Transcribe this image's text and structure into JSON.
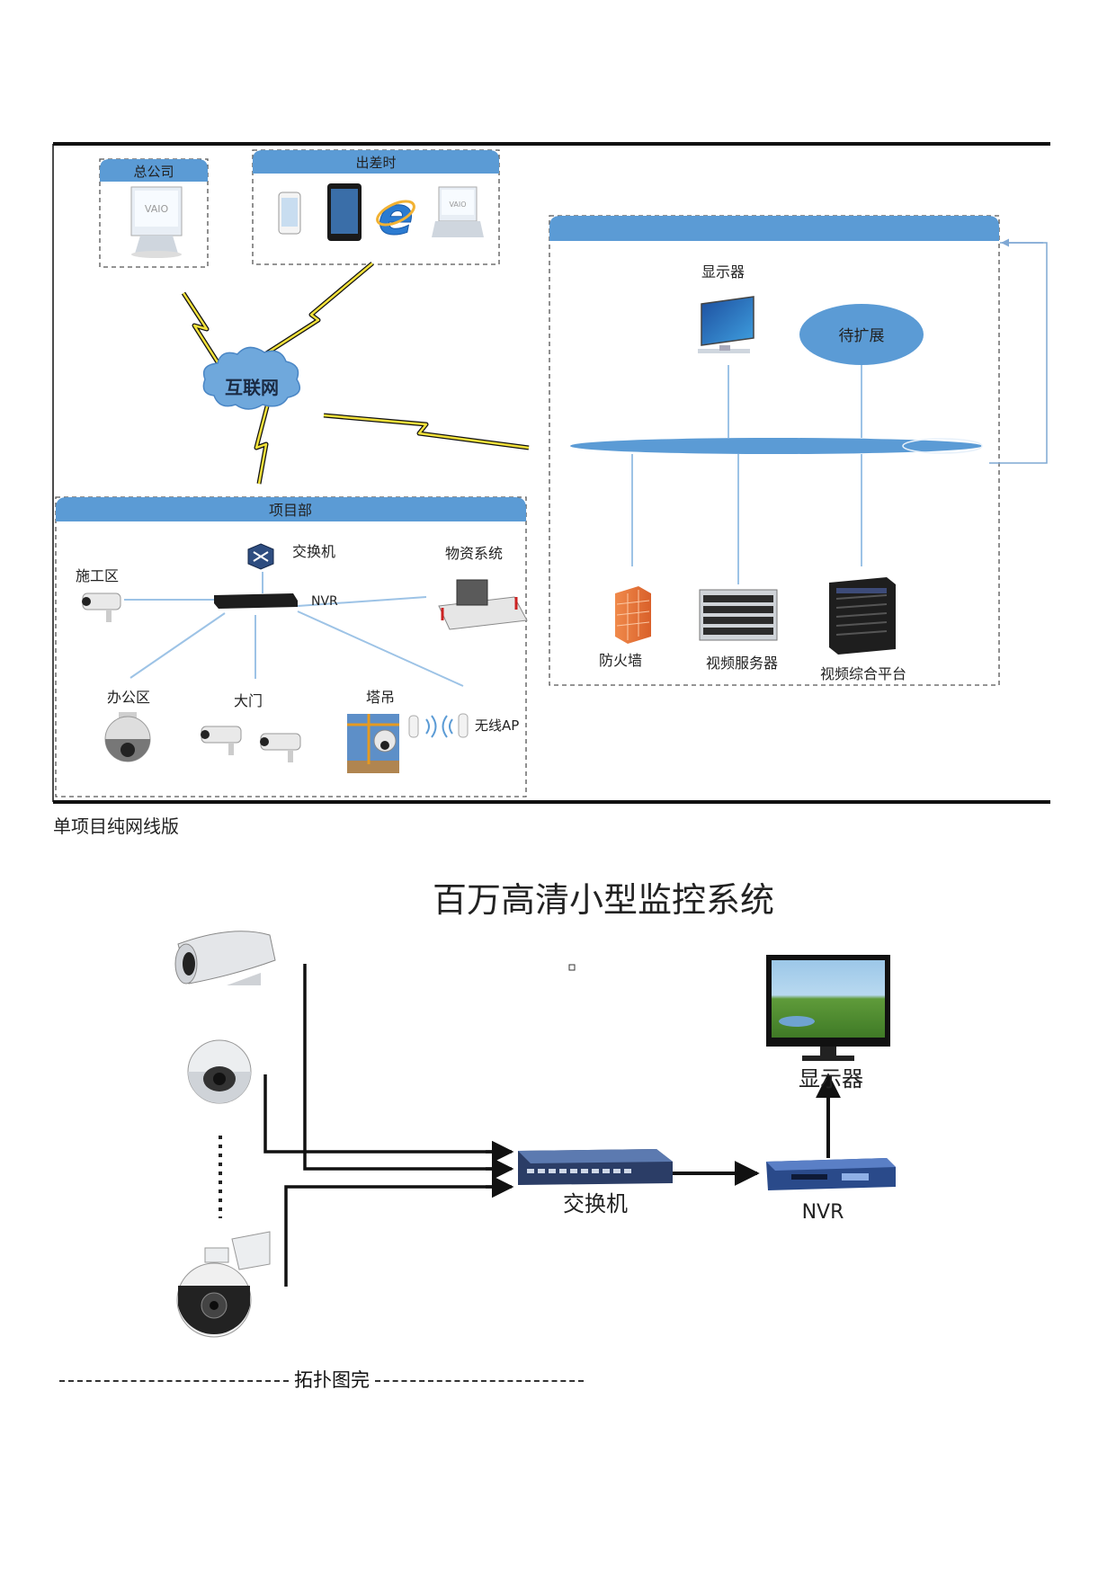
{
  "diagram1": {
    "head_office": "总公司",
    "business_trip": "出差时",
    "internet": "互联网",
    "monitor": "显示器",
    "expand": "待扩展",
    "firewall": "防火墙",
    "video_server": "视频服务器",
    "video_platform": "视频综合平台",
    "project_dept": "项目部",
    "switch": "交换机",
    "material_system": "物资系统",
    "construction_area": "施工区",
    "nvr": "NVR",
    "office_area": "办公区",
    "gate": "大门",
    "tower_crane": "塔吊",
    "wireless_ap": "无线AP",
    "laptop_brand": "VAIO"
  },
  "caption": "单项目纯网线版",
  "diagram2": {
    "title": "百万高清小型监控系统",
    "switch": "交换机",
    "nvr": "NVR",
    "monitor": "显示器"
  },
  "footer": "拓扑图完",
  "colors": {
    "header_blue": "#5b9bd5",
    "cloud_blue": "#6fa8dc",
    "link_blue": "#9dc3e6",
    "lightning": "#f2e13a"
  }
}
